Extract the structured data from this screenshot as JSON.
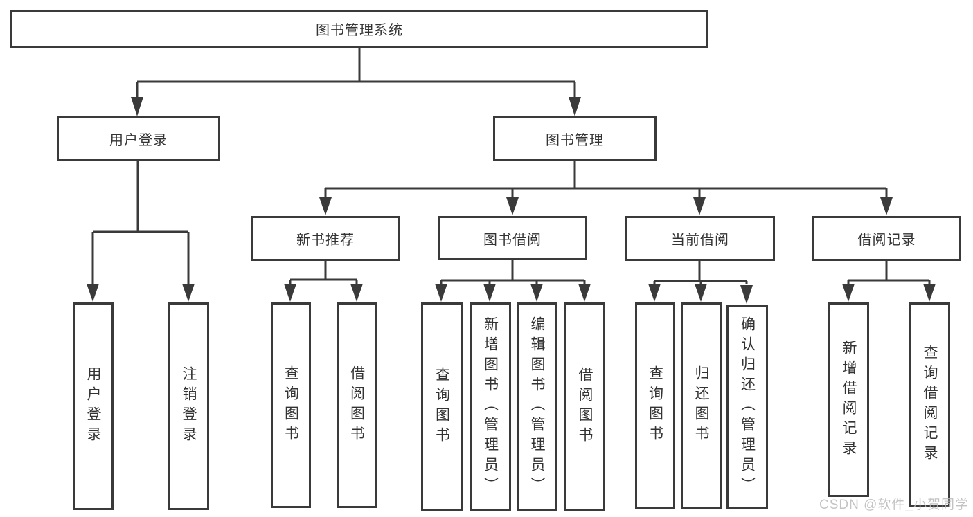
{
  "tree": {
    "root": {
      "label": "图书管理系统"
    },
    "user_login": {
      "label": "用户登录",
      "children": {
        "login": {
          "label": "用户登录"
        },
        "logout": {
          "label": "注销登录"
        }
      }
    },
    "book_mgmt": {
      "label": "图书管理",
      "children": {
        "new_books": {
          "label": "新书推荐",
          "children": {
            "query": {
              "label": "查询图书"
            },
            "borrow": {
              "label": "借阅图书"
            }
          }
        },
        "book_borrow": {
          "label": "图书借阅",
          "children": {
            "query": {
              "label": "查询图书"
            },
            "add": {
              "label": "新增图书（管理员）"
            },
            "edit": {
              "label": "编辑图书（管理员）"
            },
            "borrow": {
              "label": "借阅图书"
            }
          }
        },
        "current_borrow": {
          "label": "当前借阅",
          "children": {
            "query": {
              "label": "查询图书"
            },
            "return": {
              "label": "归还图书"
            },
            "confirm": {
              "label": "确认归还（管理员）"
            }
          }
        },
        "records": {
          "label": "借阅记录",
          "children": {
            "add": {
              "label": "新增借阅记录"
            },
            "query": {
              "label": "查询借阅记录"
            }
          }
        }
      }
    }
  },
  "watermark": {
    "text": "CSDN @软件_小贺同学",
    "color": "#b9b9b9"
  },
  "colors": {
    "line": "#3a3a3a",
    "text": "#333333",
    "background": "#ffffff"
  }
}
